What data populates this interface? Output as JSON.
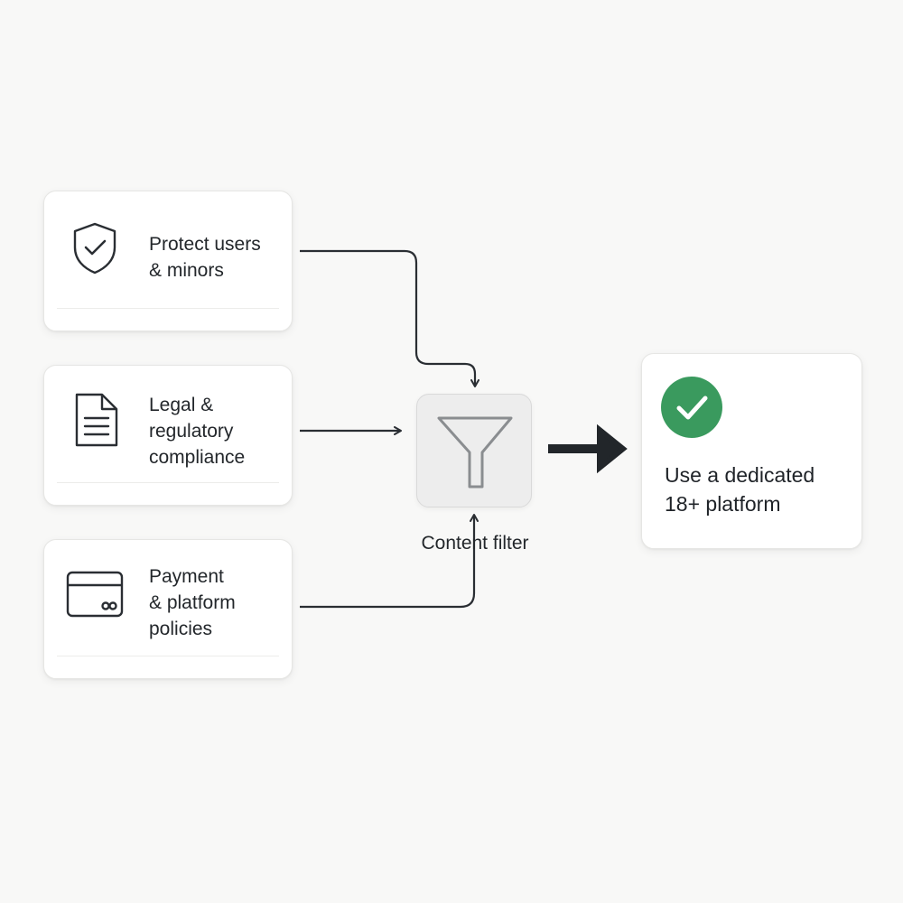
{
  "inputs": [
    {
      "label": "Protect users\n& minors",
      "icon": "shield-check-icon"
    },
    {
      "label": "Legal &\nregulatory\ncompliance",
      "icon": "document-icon"
    },
    {
      "label": "Payment\n& platform\npolicies",
      "icon": "credit-card-icon"
    }
  ],
  "filter": {
    "label": "Content filter",
    "icon": "funnel-icon"
  },
  "result": {
    "label": "Use a dedicated\n18+ platform",
    "icon": "check-circle-icon",
    "accent": "#3a9a5e"
  },
  "colors": {
    "background": "#f8f8f7",
    "stroke": "#2a2e33",
    "accent": "#3a9a5e"
  }
}
